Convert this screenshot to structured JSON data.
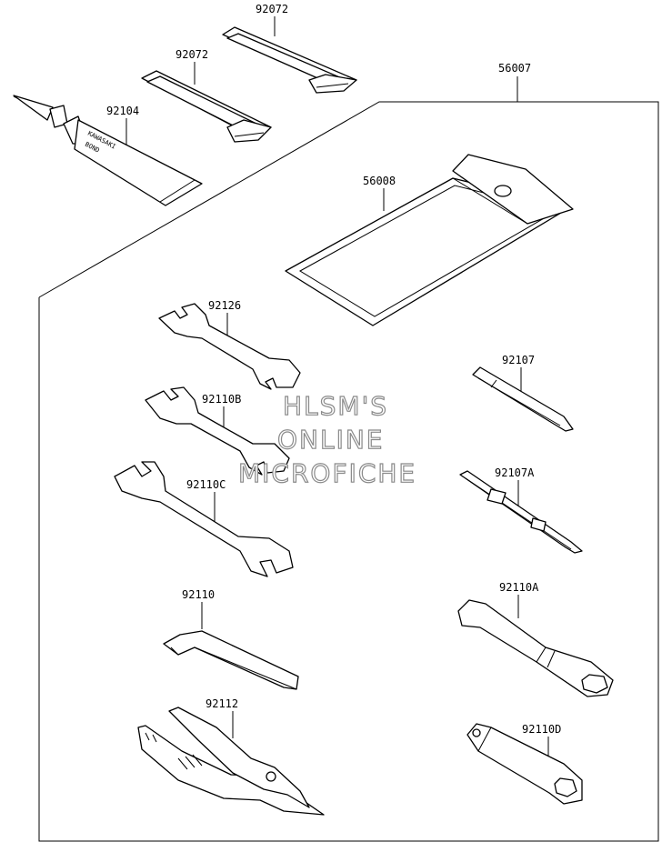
{
  "labels": {
    "p92072a": "92072",
    "p92072b": "92072",
    "p92104": "92104",
    "p56007": "56007",
    "p56008": "56008",
    "p92126": "92126",
    "p92110B": "92110B",
    "p92110C": "92110C",
    "p92110": "92110",
    "p92112": "92112",
    "p92107": "92107",
    "p92107A": "92107A",
    "p92110A": "92110A",
    "p92110D": "92110D"
  },
  "tube_text": {
    "line1": "KAWASAKI",
    "line2": "BOND"
  },
  "watermark": {
    "line1": "HLSM'S",
    "line2": "ONLINE",
    "line3": "MICROFICHE"
  }
}
